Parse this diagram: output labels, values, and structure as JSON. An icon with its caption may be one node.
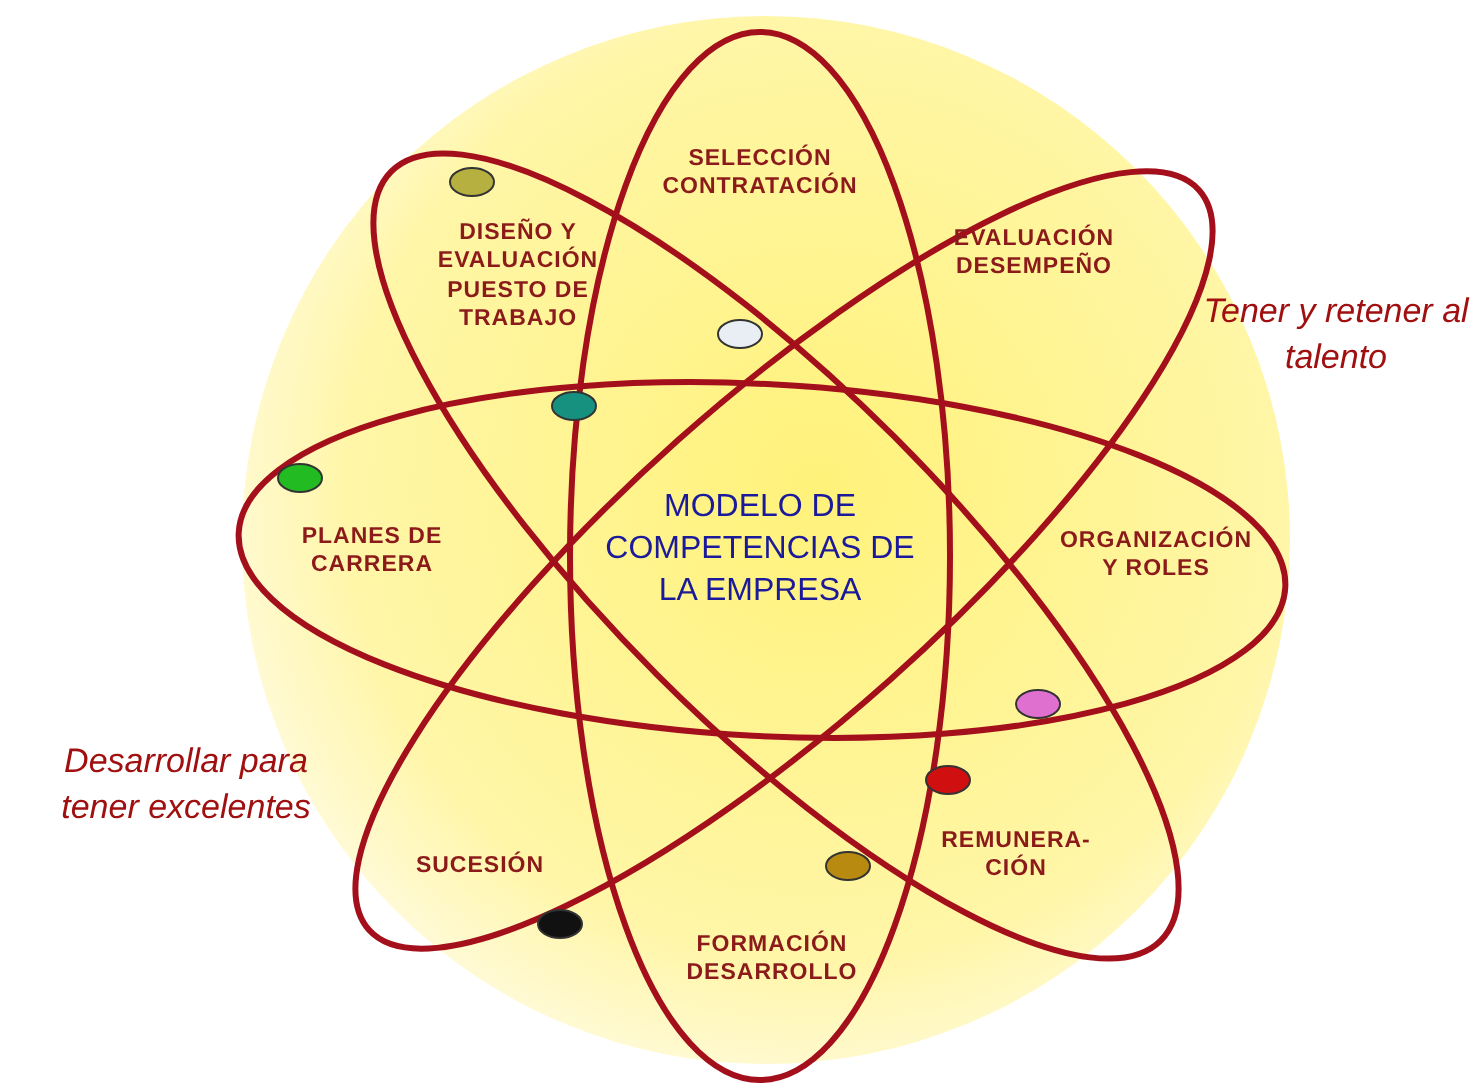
{
  "diagram": {
    "labels": [
      "SELECCIÓN CONTRATACIÓN",
      "DISEÑO Y EVALUACIÓN PUESTO DE TRABAJO",
      "EVALUACIÓN DESEMPEÑO",
      "Tener y retener al talento",
      "PLANES DE CARRERA",
      "MODELO DE COMPETENCIAS DE LA EMPRESA",
      "ORGANIZACIÓN Y ROLES",
      "Desarrollar para tener excelentes",
      "SUCESIÓN",
      "REMUNERA-CIÓN",
      "FORMACIÓN DESARROLLO"
    ]
  }
}
